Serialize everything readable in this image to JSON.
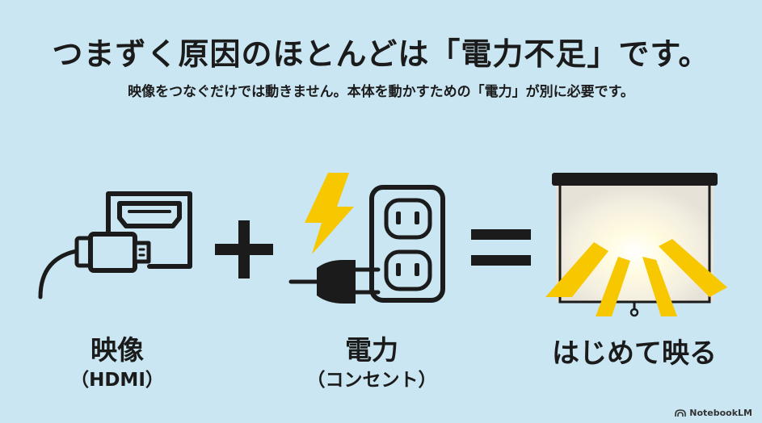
{
  "title": "つまずく原因のほとんどは「電力不足」です。",
  "subtitle": "映像をつなぐだけでは動きません。本体を動かすための「電力」が別に必要です。",
  "items": {
    "video": {
      "label": "映像",
      "sublabel": "（HDMI）",
      "icon": "hdmi-cable-icon"
    },
    "power": {
      "label": "電力",
      "sublabel": "（コンセント）",
      "icon": "power-outlet-icon"
    },
    "result": {
      "label": "はじめて映る",
      "icon": "projector-screen-icon"
    }
  },
  "operators": {
    "plus": "+",
    "equals": "="
  },
  "brand": "NotebookLM",
  "colors": {
    "background": "#c9e6f2",
    "ink": "#1b1b1b",
    "accent_yellow": "#f7c800",
    "screen_glow": "#fffbe0"
  }
}
